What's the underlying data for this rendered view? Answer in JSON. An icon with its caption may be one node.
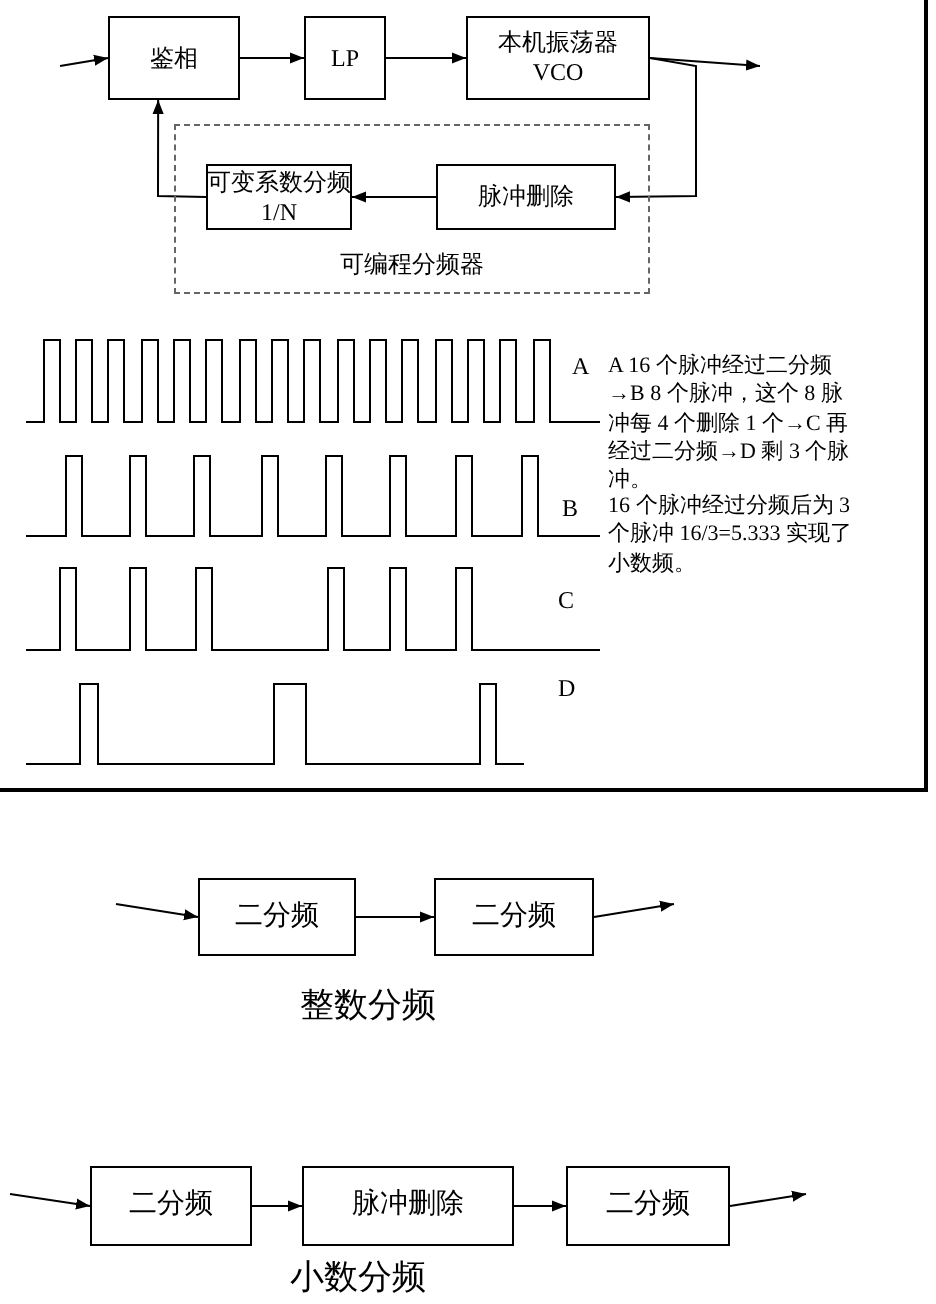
{
  "diagram": {
    "nodes": [
      {
        "text": [
          "鉴相"
        ]
      },
      {
        "text": [
          "LP"
        ]
      },
      {
        "text": [
          "本机振荡器 VCO"
        ]
      },
      {
        "text": [
          "可编程分频器"
        ]
      },
      {
        "text": [
          "可变系数分频 1/N"
        ],
        "in": 3
      },
      {
        "text": [
          "脉冲删除"
        ],
        "in": 3
      },
      {
        "text": [
          "二分频"
        ]
      },
      {
        "text": [
          "二分频"
        ]
      },
      {
        "text": [
          "二分频"
        ]
      },
      {
        "text": [
          "脉冲删除"
        ]
      },
      {
        "text": [
          "二分频"
        ]
      }
    ],
    "edges": [
      {
        "from": null,
        "to": 0,
        "arrow": "to"
      },
      {
        "from": 0,
        "to": 1,
        "arrow": "to"
      },
      {
        "from": 1,
        "to": 2,
        "arrow": "to"
      },
      {
        "from": 2,
        "to": null,
        "arrow": "to"
      },
      {
        "from": 2,
        "to": 5,
        "arrow": "to"
      },
      {
        "from": 5,
        "to": 4,
        "arrow": "to"
      },
      {
        "from": 4,
        "to": 0,
        "arrow": "to"
      },
      {
        "from": null,
        "to": 6,
        "arrow": "to"
      },
      {
        "from": 6,
        "to": 7,
        "arrow": "to"
      },
      {
        "from": 7,
        "to": null,
        "arrow": "to"
      },
      {
        "from": null,
        "to": 8,
        "arrow": "to"
      },
      {
        "from": 8,
        "to": 9,
        "arrow": "to"
      },
      {
        "from": 9,
        "to": 10,
        "arrow": "to"
      },
      {
        "from": 10,
        "to": null,
        "arrow": "to"
      }
    ],
    "labels": [
      "A",
      "A 16 个脉冲经过二分频→B 8 个脉冲，这个 8 脉冲每 4 个删除 1 个→C 再经过二分频→D 剩 3 个脉冲。",
      "16 个脉冲经过分频后为 3 个脉冲 16/3=5.333 实现了小数频。",
      "B",
      "C",
      "D",
      "整数分频",
      "小数分频"
    ]
  }
}
